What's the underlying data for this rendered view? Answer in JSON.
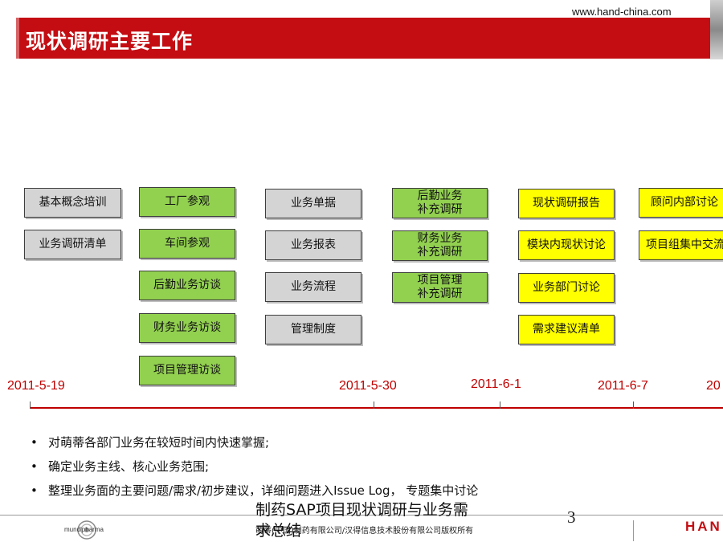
{
  "header": {
    "url": "www.hand-china.com",
    "title": "现状调研主要工作"
  },
  "columns": [
    {
      "color": "gray",
      "items": [
        "基本概念培训",
        "业务调研清单"
      ]
    },
    {
      "color": "green",
      "items": [
        "工厂参观",
        "车间参观",
        "后勤业务访谈",
        "财务业务访谈",
        "项目管理访谈"
      ]
    },
    {
      "color": "gray",
      "items": [
        "业务单据",
        "业务报表",
        "业务流程",
        "管理制度"
      ]
    },
    {
      "color": "green",
      "items": [
        "后勤业务\n补充调研",
        "财务业务\n补充调研",
        "项目管理\n补充调研"
      ]
    },
    {
      "color": "yellow",
      "items": [
        "现状调研报告",
        "模块内现状讨论",
        "业务部门讨论",
        "需求建议清单"
      ]
    },
    {
      "color": "yellow",
      "items": [
        "顾问内部讨论",
        "项目组集中交流"
      ]
    }
  ],
  "timeline": {
    "dates": [
      "2011-5-19",
      "2011-5-30",
      "2011-6-1",
      "2011-6-7",
      "20"
    ]
  },
  "bullets": [
    "对萌蒂各部门业务在较短时间内快速掌握;",
    "确定业务主线、核心业务范围;",
    "整理业务面的主要问题/需求/初步建议，详细问题进入Issue Log， 专题集中讨论"
  ],
  "footer": {
    "overlay_title": "制药SAP项目现状调研与业务需求总结",
    "copyright": "萌蒂(中国)制药有限公司/汉得信息技术股份有限公司版权所有",
    "page_number": "3",
    "left_logo_text": "mundipharma",
    "right_logo_text": "HAN"
  },
  "colors": {
    "header_red": "#c30d12",
    "date_red": "#c00000",
    "box_gray": "#d4d4d4",
    "box_green": "#92d050",
    "box_yellow": "#ffff00"
  }
}
